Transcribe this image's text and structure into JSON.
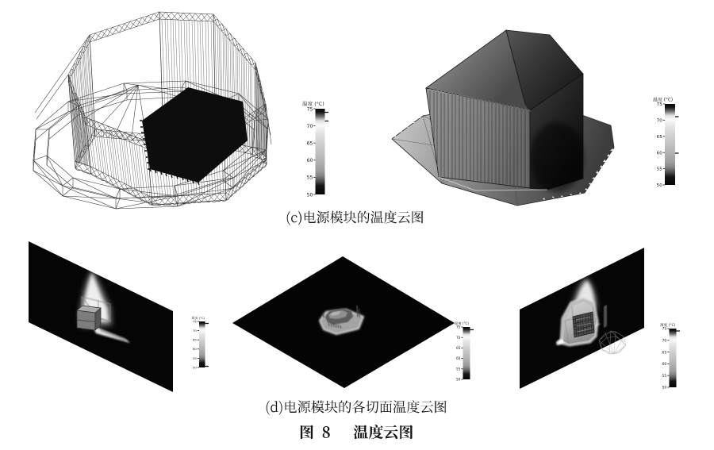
{
  "figure": {
    "caption_c": "(c)电源模块的温度云图",
    "caption_d": "(d)电源模块的各切面温度云图",
    "figure_caption": "图 8   温度云图",
    "figure_number": "图 8",
    "figure_title": "温度云图"
  },
  "colorbar": {
    "title": "温度 (°C)",
    "unit": "(°C)",
    "ticks": [
      "75",
      "70",
      "65",
      "60",
      "55",
      "50"
    ],
    "min": 50,
    "max": 75
  },
  "colors": {
    "background": "#ffffff",
    "ink": "#141414",
    "slice_plane": "#050505",
    "module": "#070707"
  },
  "chart_data": [
    {
      "id": "c-wireframe",
      "type": "heatmap",
      "description": "电源模块的温度云图 (wireframe satellite structure with black power module)",
      "colorbar": {
        "label": "温度 (°C)",
        "ticks": [
          75,
          70,
          65,
          60,
          55,
          50
        ],
        "min": 50,
        "max": 75
      }
    },
    {
      "id": "c-solid",
      "type": "heatmap",
      "description": "电源模块的温度云图 (solid shaded satellite model)",
      "colorbar": {
        "label": "温度 (°C)",
        "ticks": [
          75,
          70,
          65,
          60,
          55,
          50
        ],
        "min": 50,
        "max": 75
      }
    },
    {
      "id": "d-slice-left",
      "type": "heatmap",
      "description": "电源模块切面温度云图 (vertical slice with thermal plume)",
      "colorbar": {
        "label": "温度 (°C)",
        "ticks": [
          75,
          70,
          65,
          60,
          55,
          50
        ],
        "min": 50,
        "max": 75
      }
    },
    {
      "id": "d-slice-middle",
      "type": "heatmap",
      "description": "电源模块切面温度云图 (horizontal slice, plan view)",
      "colorbar": {
        "label": "温度 (°C)",
        "ticks": [
          75,
          70,
          65,
          60,
          55,
          50
        ],
        "min": 50,
        "max": 75
      }
    },
    {
      "id": "d-slice-right",
      "type": "heatmap",
      "description": "电源模块切面温度云图 (vertical slice with plume and frame)",
      "colorbar": {
        "label": "温度 (°C)",
        "ticks": [
          75,
          70,
          65,
          60,
          55,
          50
        ],
        "min": 50,
        "max": 75
      }
    }
  ]
}
